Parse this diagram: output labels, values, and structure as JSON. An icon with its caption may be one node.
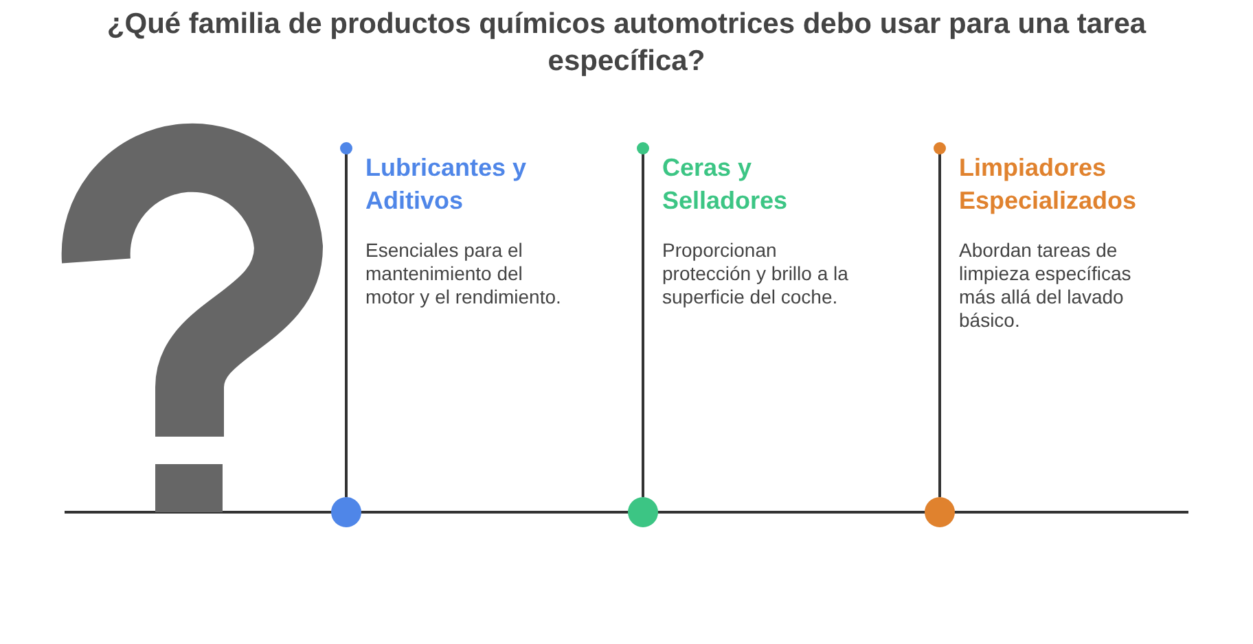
{
  "diagram": {
    "title": "¿Qué familia de productos químicos automotrices debo usar para una tarea específica?",
    "nodes": [
      {
        "text": [
          "Lubricantes y Aditivos",
          "Esenciales para el mantenimiento del motor y el rendimiento."
        ]
      },
      {
        "text": [
          "Ceras y Selladores",
          "Proporcionan protección y brillo a la superficie del coche."
        ]
      },
      {
        "text": [
          "Limpiadores Especializados",
          "Abordan tareas de limpieza específicas más allá del lavado básico."
        ]
      }
    ],
    "edges": []
  }
}
